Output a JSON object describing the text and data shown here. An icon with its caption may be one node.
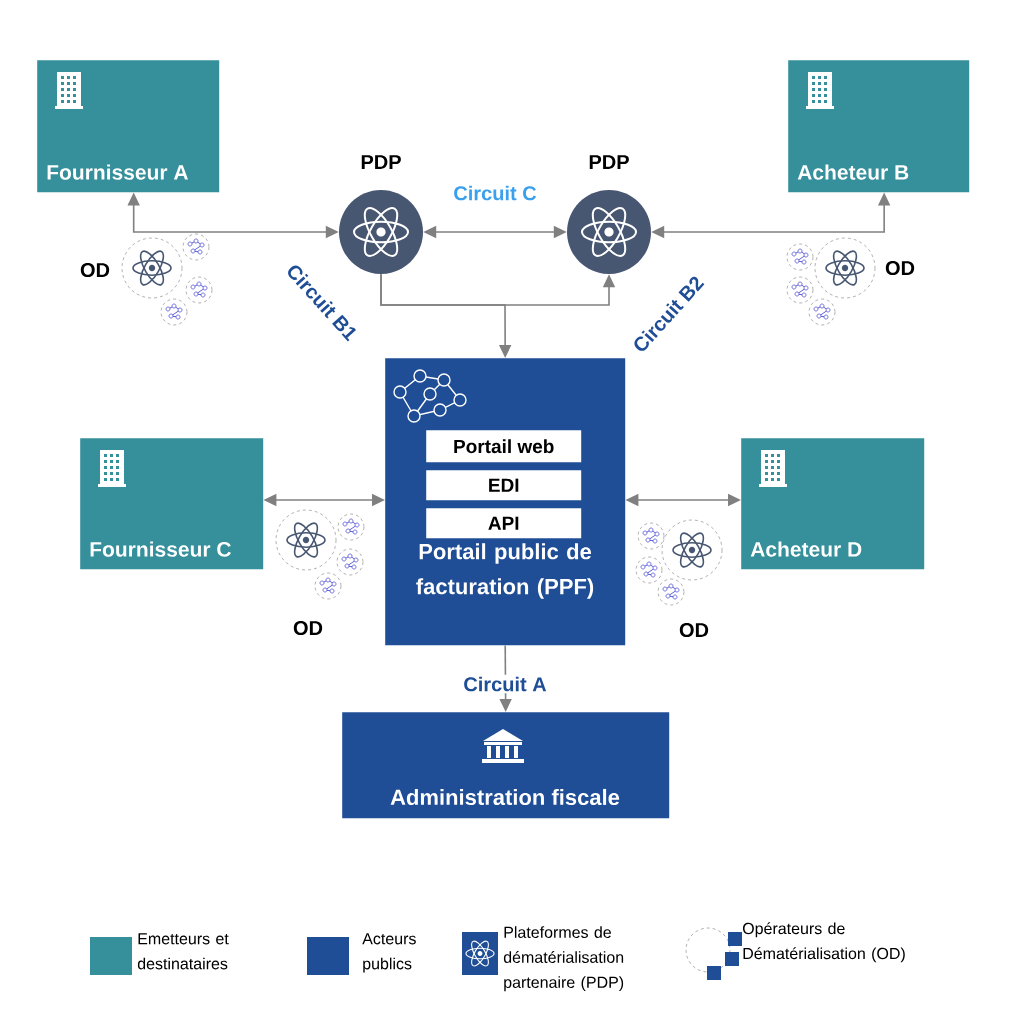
{
  "diagram": {
    "nodes": [
      {
        "text": [
          "Fournisseur A"
        ]
      },
      {
        "text": [
          "PDP"
        ]
      },
      {
        "text": [
          "PDP"
        ]
      },
      {
        "text": [
          "Acheteur B"
        ]
      },
      {
        "text": [
          "Fournisseur C"
        ]
      },
      {
        "text": [
          "Portail public de facturation (PPF)"
        ]
      },
      {
        "text": [
          "Portail web"
        ],
        "in": 5
      },
      {
        "text": [
          "EDI"
        ],
        "in": 5
      },
      {
        "text": [
          "API"
        ],
        "in": 5
      },
      {
        "text": [
          "Acheteur D"
        ]
      },
      {
        "text": [
          "Administration fiscale"
        ]
      }
    ],
    "edges": [
      {
        "from": 0,
        "to": 1,
        "arrow": "both"
      },
      {
        "from": 1,
        "to": 2,
        "arrow": "both",
        "label": "Circuit C"
      },
      {
        "from": 3,
        "to": 2,
        "arrow": "both"
      },
      {
        "from": 1,
        "to": 5,
        "arrow": "to"
      },
      {
        "from": 1,
        "to": 2,
        "arrow": "to"
      },
      {
        "from": 4,
        "to": 5,
        "arrow": "both"
      },
      {
        "from": 5,
        "to": 9,
        "arrow": "both"
      },
      {
        "from": 5,
        "to": 10,
        "arrow": "to",
        "label": "Circuit A"
      }
    ],
    "labels": [
      "OD",
      "OD",
      "Circuit B1",
      "Circuit B2",
      "OD",
      "OD"
    ],
    "legend": [
      {
        "text": "Emetteurs et destinataires",
        "color": "#35909b"
      },
      {
        "text": "Acteurs publics",
        "color": "#1f4e96"
      },
      {
        "text": "Plateformes de dématérialisation partenaire (PDP)"
      },
      {
        "text": "Opérateurs de Dématérialisation (OD)"
      }
    ]
  }
}
